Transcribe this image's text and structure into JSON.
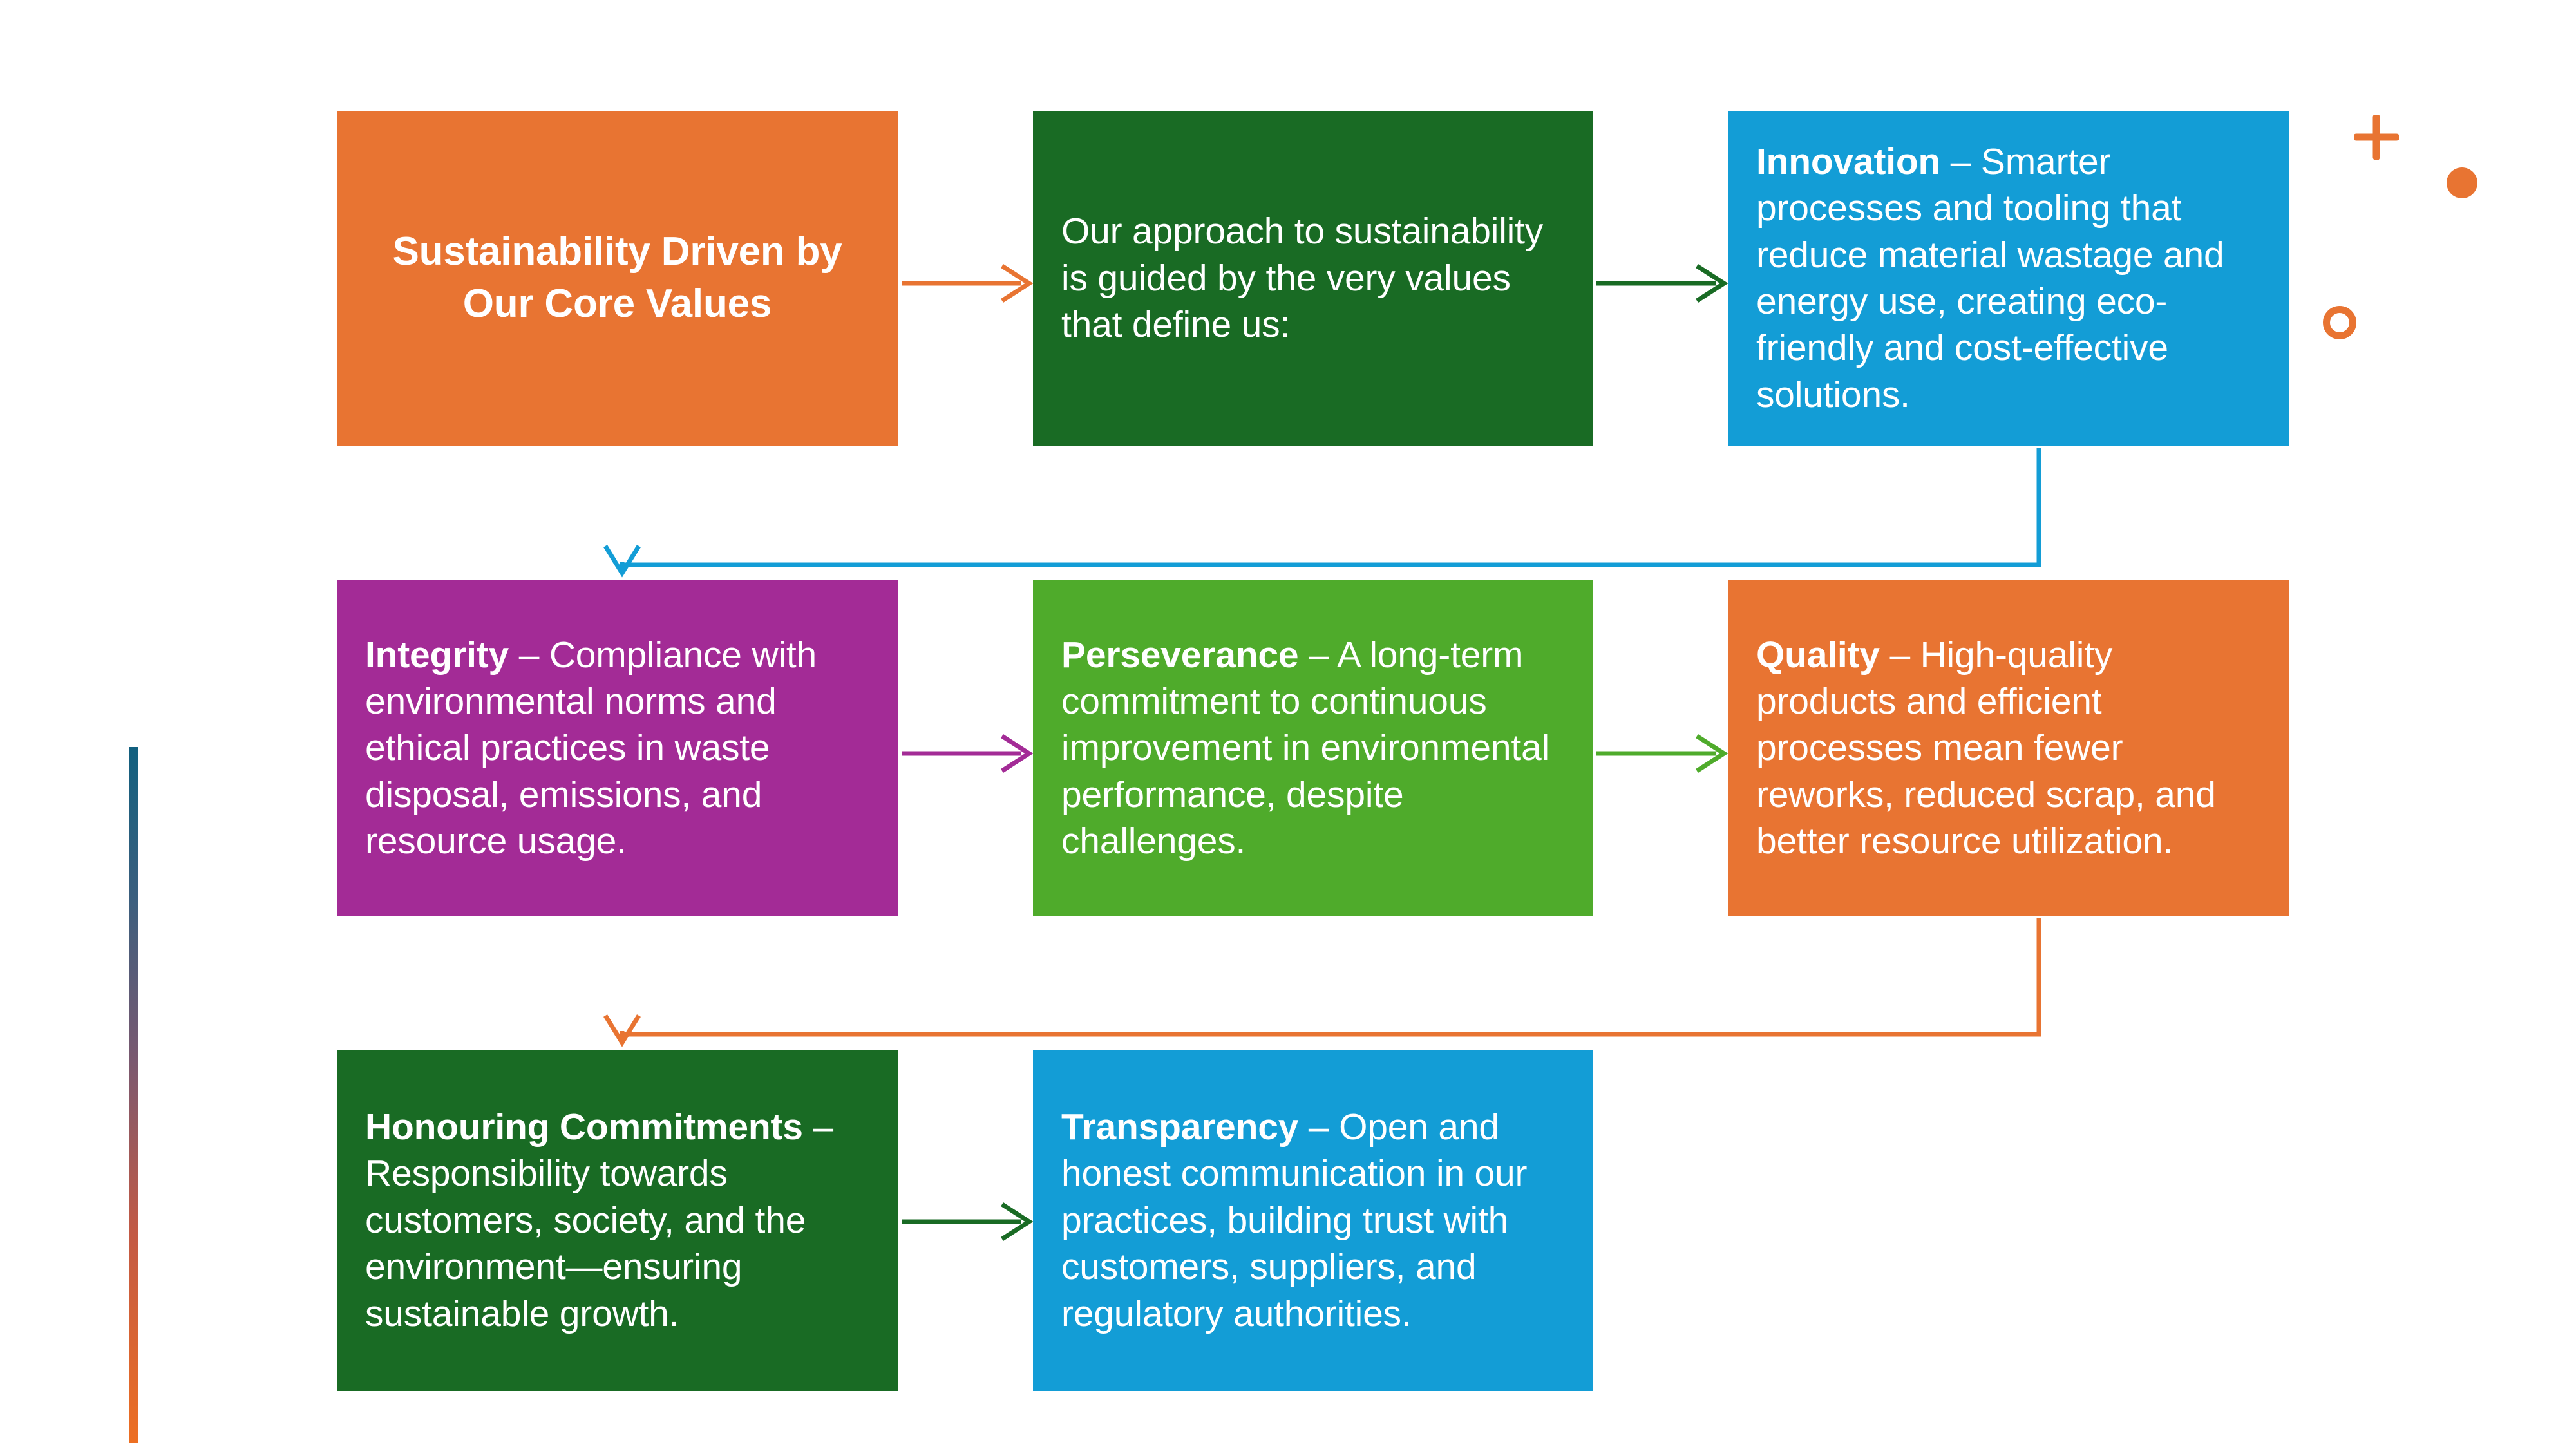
{
  "diagram": {
    "title": "Sustainability Driven by Our Core Values",
    "nodes": [
      {
        "id": "core-values",
        "label_bold": "Sustainability Driven by Our Core Values",
        "label_rest": "",
        "color": "#E87432",
        "role": "title"
      },
      {
        "id": "approach",
        "label_bold": "",
        "label_rest": "Our approach to sustainability is guided by the very values that define us:",
        "color": "#196B24",
        "role": "intro"
      },
      {
        "id": "innovation",
        "label_bold": "Innovation",
        "label_rest": " – Smarter processes and tooling that reduce material wastage and energy use, creating eco-friendly and cost-effective solutions.",
        "color": "#139DD6",
        "role": "value"
      },
      {
        "id": "integrity",
        "label_bold": "Integrity",
        "label_rest": " – Compliance with environmental norms and ethical practices in waste disposal, emissions, and resource usage.",
        "color": "#A32B96",
        "role": "value"
      },
      {
        "id": "perseverance",
        "label_bold": "Perseverance",
        "label_rest": " – A long-term commitment to continuous improvement in environmental performance, despite challenges.",
        "color": "#4FAB2B",
        "role": "value"
      },
      {
        "id": "quality",
        "label_bold": "Quality",
        "label_rest": " – High-quality products and efficient processes mean fewer reworks, reduced scrap, and better resource utilization.",
        "color": "#E87432",
        "role": "value"
      },
      {
        "id": "honouring-commitments",
        "label_bold": "Honouring Commitments",
        "label_rest": " – Responsibility towards customers, society, and the environment—ensuring sustainable growth.",
        "color": "#196B24",
        "role": "value"
      },
      {
        "id": "transparency",
        "label_bold": "Transparency",
        "label_rest": " – Open and honest communication in our practices, building trust with customers, suppliers, and regulatory authorities.",
        "color": "#139DD6",
        "role": "value"
      }
    ],
    "connectors": [
      {
        "from": "core-values",
        "to": "approach",
        "color": "#E87432",
        "kind": "straight-right"
      },
      {
        "from": "approach",
        "to": "innovation",
        "color": "#196B24",
        "kind": "straight-right"
      },
      {
        "from": "innovation",
        "to": "integrity",
        "color": "#139DD6",
        "kind": "elbow-down-left"
      },
      {
        "from": "integrity",
        "to": "perseverance",
        "color": "#A32B96",
        "kind": "straight-right"
      },
      {
        "from": "perseverance",
        "to": "quality",
        "color": "#4FAB2B",
        "kind": "straight-right"
      },
      {
        "from": "quality",
        "to": "honouring-commitments",
        "color": "#E87432",
        "kind": "elbow-down-left"
      },
      {
        "from": "honouring-commitments",
        "to": "transparency",
        "color": "#196B24",
        "kind": "straight-right"
      }
    ],
    "decorations": {
      "plus_icon": {
        "color": "#E87432"
      },
      "dot_icon": {
        "color": "#E87432"
      },
      "ring_icon": {
        "color": "#E87432"
      },
      "accent_bar": {
        "top_color": "#12607F",
        "bottom_color": "#ED6F22"
      }
    },
    "background_color": "#FFFFFF"
  }
}
